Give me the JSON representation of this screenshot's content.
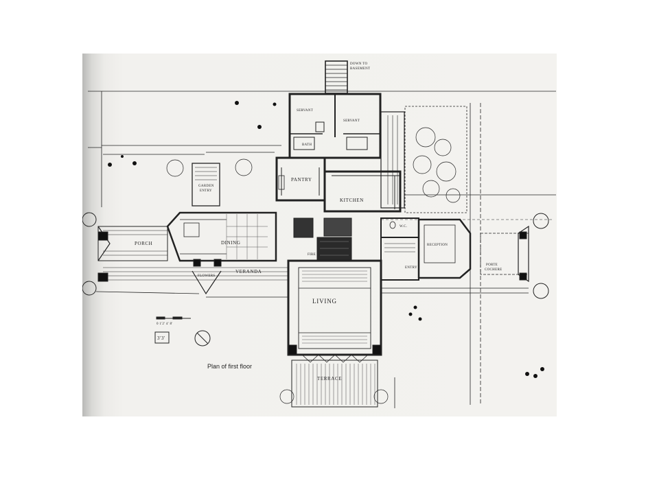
{
  "plan": {
    "caption": "Plan of first floor",
    "scale_text": "0 1'2'  4'     8'",
    "module_label": "3'3'",
    "rooms": {
      "down_to_basement_1": "DOWN TO",
      "down_to_basement_2": "BASEMENT",
      "servant_left": "SERVANT",
      "servant_right": "SERVANT",
      "bath": "BATH",
      "pantry": "PANTRY",
      "kitchen": "KITCHEN",
      "garden_entry_1": "GARDEN",
      "garden_entry_2": "ENTRY",
      "dining": "DINING",
      "porch": "PORCH",
      "veranda": "VERANDA",
      "flowers": "FLOWERS",
      "fire": "FIRE",
      "living": "LIVING",
      "terrace": "TERRACE",
      "wc": "W.C.",
      "reception": "RECEPTION",
      "entry": "ENTRY",
      "porte_cochere_1": "PORTE",
      "porte_cochere_2": "COCHERE"
    }
  }
}
